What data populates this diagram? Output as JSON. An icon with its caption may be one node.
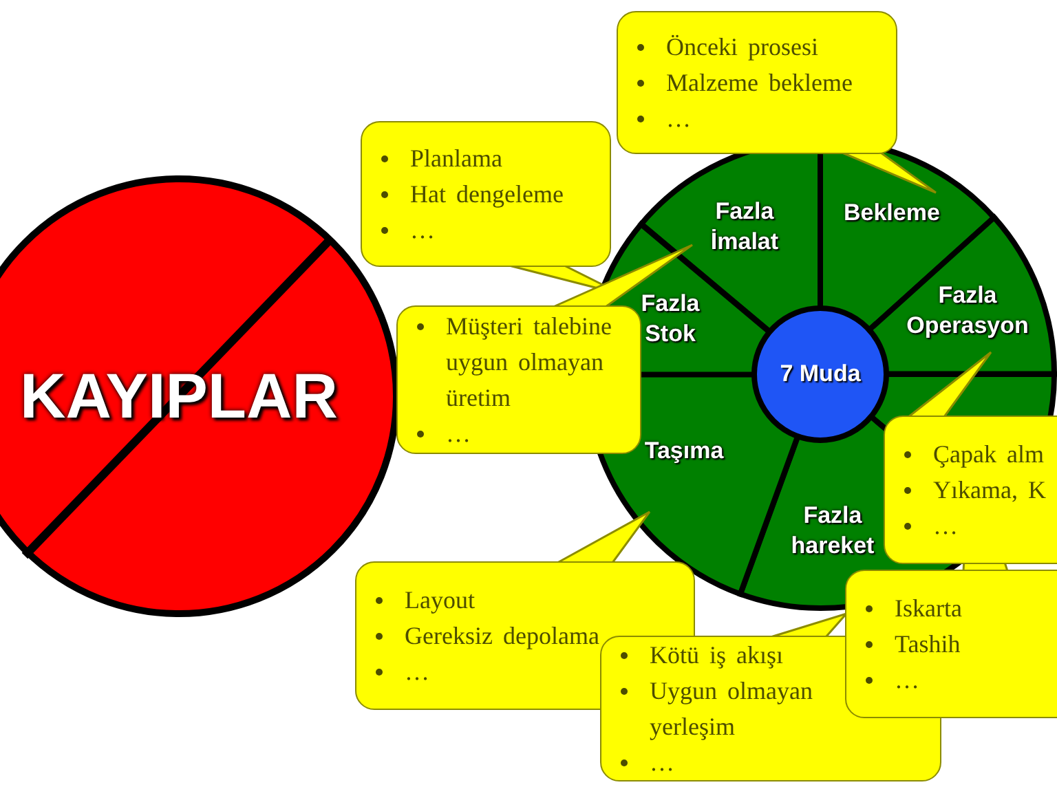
{
  "diagram": {
    "nodes": [
      {
        "text": [
          "KAYIPLAR"
        ]
      },
      {
        "text": [],
        "shape": "circle"
      },
      {
        "text": [
          "Fazla İmalat"
        ],
        "in": 1
      },
      {
        "text": [
          "Bekleme"
        ],
        "in": 1
      },
      {
        "text": [
          "Fazla Operasyon"
        ],
        "in": 1
      },
      {
        "text": [],
        "shape": "wedge",
        "in": 1
      },
      {
        "text": [
          "Fazla hareket"
        ],
        "in": 1
      },
      {
        "text": [
          "Taşıma"
        ],
        "in": 1
      },
      {
        "text": [
          "Fazla Stok"
        ],
        "in": 1
      },
      {
        "text": [
          "7 Muda"
        ],
        "in": 1
      },
      {
        "text": [
          "Önceki prosesi",
          "Malzeme bekleme",
          "…"
        ]
      },
      {
        "text": [
          "Planlama",
          "Hat dengeleme",
          "…"
        ]
      },
      {
        "text": [
          "Müşteri talebine uygun olmayan üretim",
          "…"
        ]
      },
      {
        "text": [
          "Çapak alm",
          "Yıkama, K",
          "…"
        ]
      },
      {
        "text": [
          "Layout",
          "Gereksiz depolama",
          "…"
        ]
      },
      {
        "text": [
          "Iskarta",
          "Tashih",
          "…"
        ]
      },
      {
        "text": [
          "Kötü iş akışı",
          "Uygun olmayan yerleşim",
          "…"
        ]
      }
    ],
    "edges": [
      {
        "from": 10,
        "to": 3,
        "arrow": "none"
      },
      {
        "from": 11,
        "to": 8,
        "arrow": "none"
      },
      {
        "from": 12,
        "to": 2,
        "arrow": "none"
      },
      {
        "from": 13,
        "to": 4,
        "arrow": "none"
      },
      {
        "from": 14,
        "to": 7,
        "arrow": "none"
      },
      {
        "from": 15,
        "to": 5,
        "arrow": "none"
      },
      {
        "from": 16,
        "to": 6,
        "arrow": "none"
      }
    ]
  }
}
